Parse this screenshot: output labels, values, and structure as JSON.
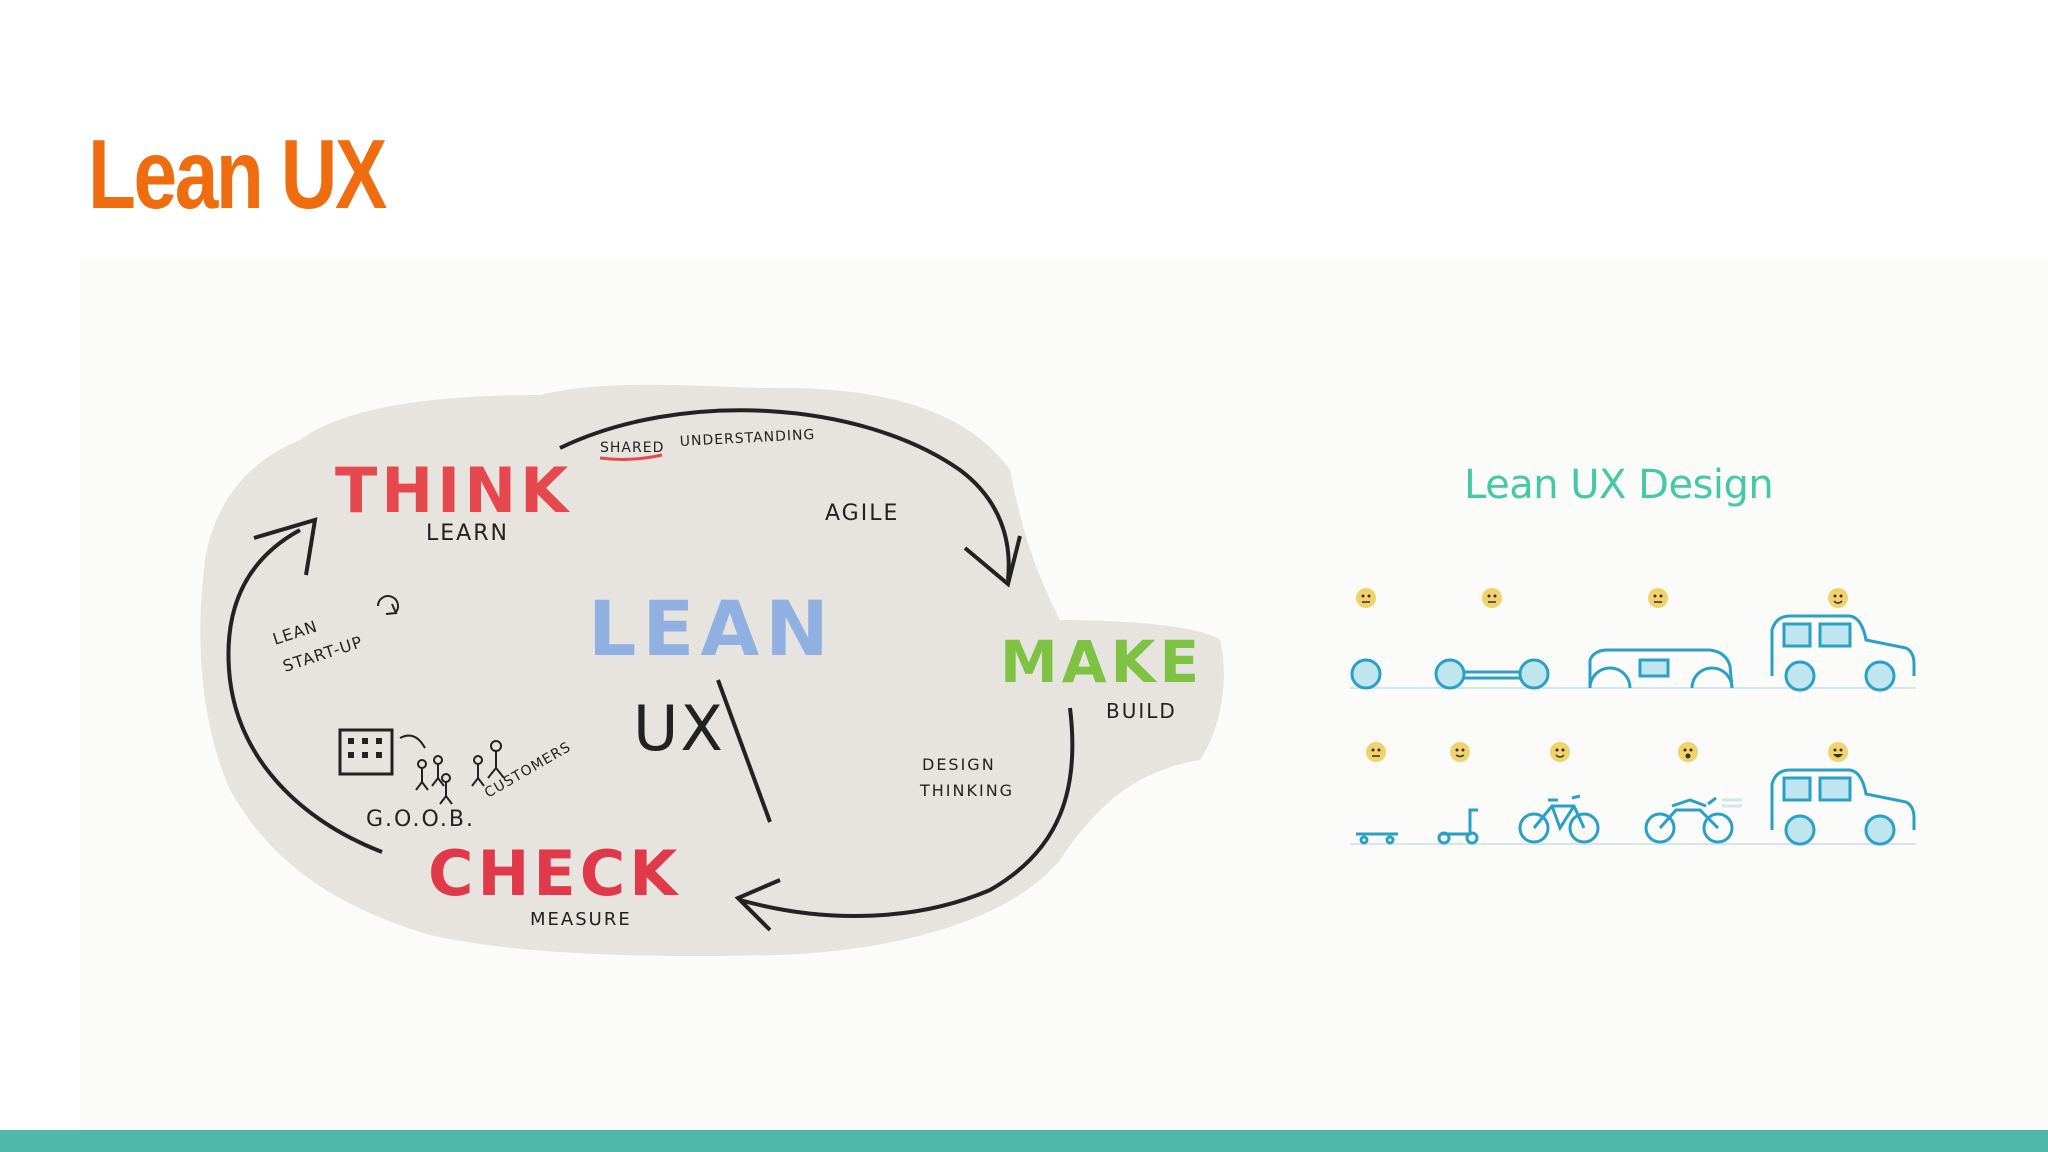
{
  "slide": {
    "title": "Lean UX"
  },
  "sketch": {
    "think": "THINK",
    "learn": "LEARN",
    "shared": "SHARED",
    "understanding": "UNDERSTANDING",
    "agile": "AGILE",
    "lean_word": "LEAN",
    "ux_word": "UX",
    "make": "MAKE",
    "build": "BUILD",
    "design": "DESIGN",
    "thinking": "THINKING",
    "check": "CHECK",
    "measure": "MEASURE",
    "lean_small": "LEAN",
    "startup": "START-UP",
    "goob": "G.O.O.B.",
    "customers": "CUSTOMERS",
    "colors": {
      "think": "#e5484d",
      "make": "#7dc243",
      "check": "#e03a4a",
      "lean": "#8fb0e0",
      "ink": "#222222",
      "paper": "#e6e3df"
    }
  },
  "design": {
    "title": "Lean UX Design",
    "colors": {
      "vehicle": "#2aa0c7",
      "fill": "#bfe6ef",
      "face": "#f2d36b"
    }
  }
}
